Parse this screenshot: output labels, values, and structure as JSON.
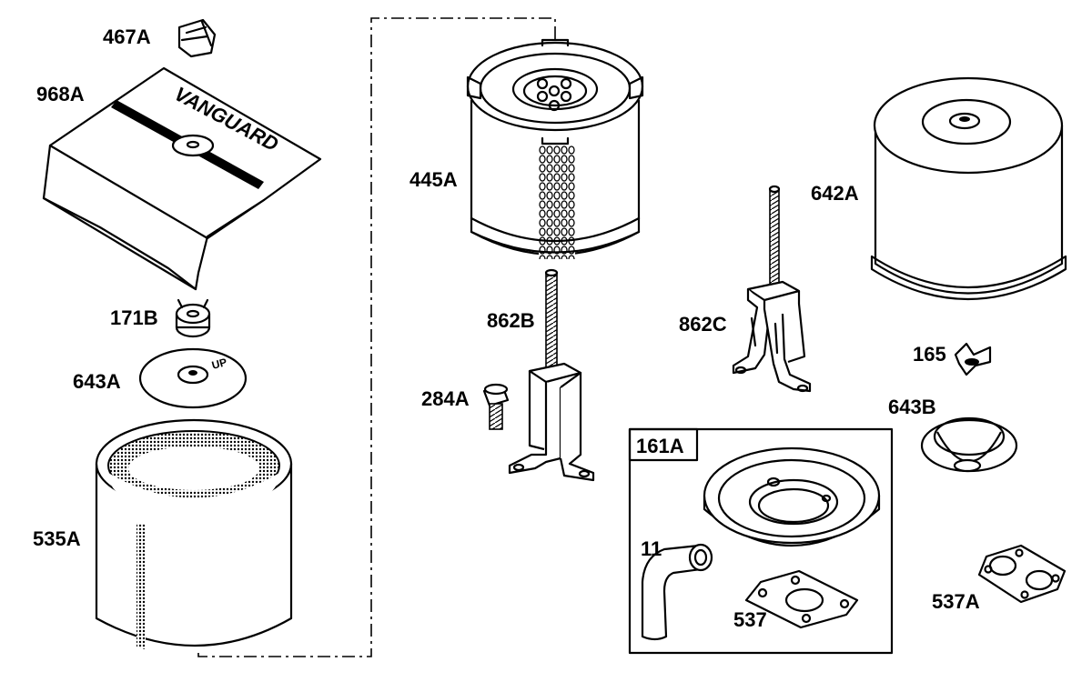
{
  "diagram": {
    "labels": {
      "p467A": "467A",
      "p968A": "968A",
      "p171B": "171B",
      "p643A": "643A",
      "p535A": "535A",
      "p445A": "445A",
      "p862B": "862B",
      "p284A": "284A",
      "p862C": "862C",
      "p642A": "642A",
      "p165": "165",
      "p643B": "643B",
      "p161A": "161A",
      "p11": "11",
      "p537": "537",
      "p537A": "537A"
    },
    "small_text": {
      "up_marking": "UP"
    },
    "logo_text": "VANGUARD",
    "colors": {
      "ink": "#000000",
      "paper": "#ffffff"
    }
  }
}
